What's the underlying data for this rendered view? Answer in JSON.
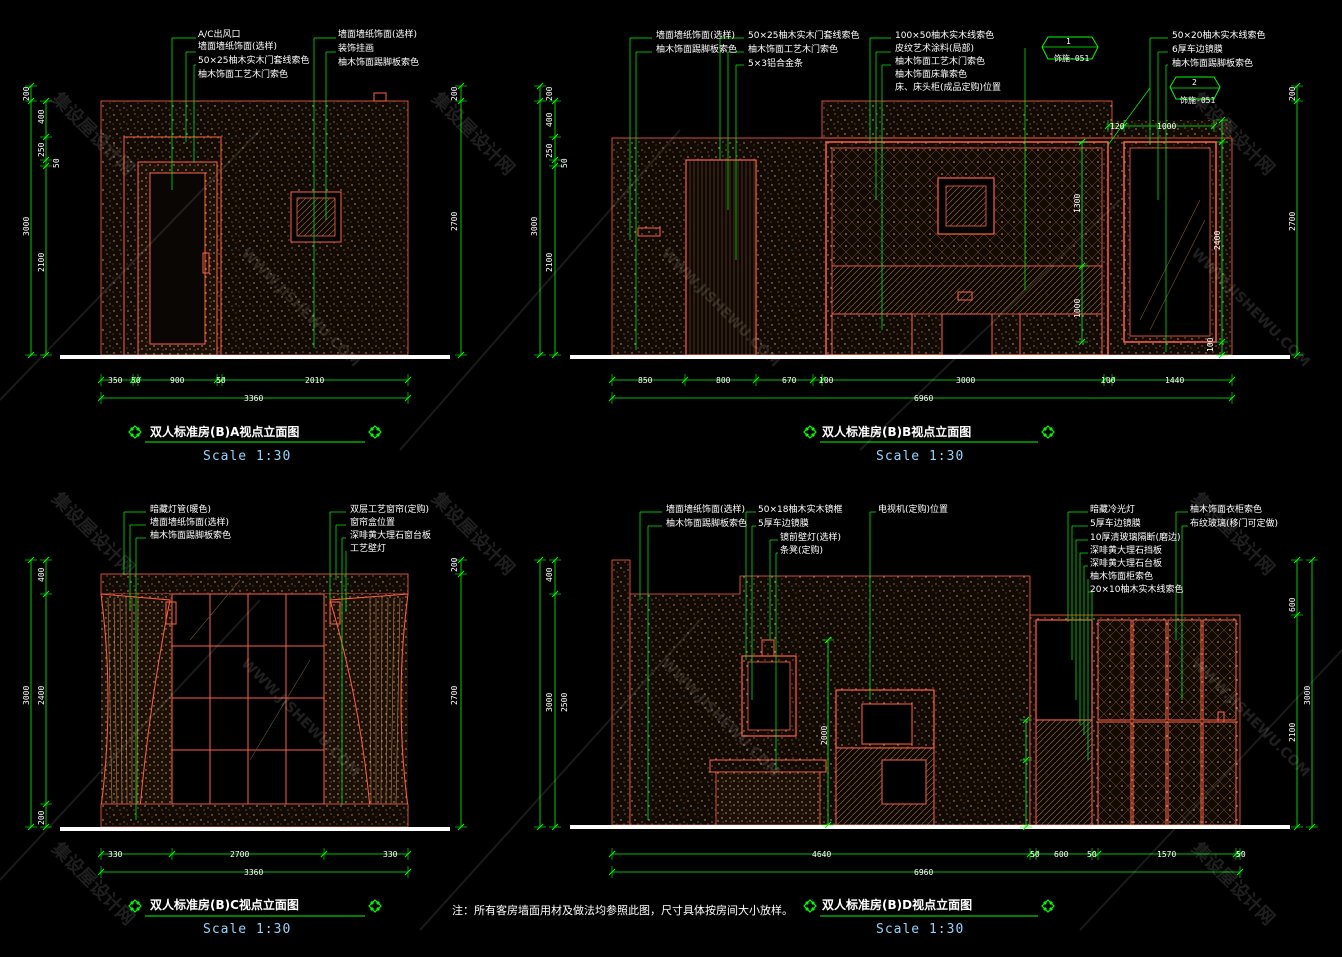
{
  "colors": {
    "background": "#000000",
    "dimension": "#00ff00",
    "outline": "#ff6040",
    "wall_fill": "#d8a060",
    "leader": "#00ff00",
    "text": "#ffffff",
    "title_marker": "#00ff00",
    "scale_text": "#8fd6ff",
    "floor": "#ffffff"
  },
  "watermark": {
    "text_cn": "集设屋设计网",
    "text_en": "WWW.JISHEWU.COM"
  },
  "elevations": [
    {
      "id": "A",
      "title": "双人标准房(B)A视点立面图",
      "scale": "Scale  1:30",
      "labels_left": [
        "A/C出风口",
        "墙面墙纸饰面(选样)",
        "50×25柚木实木门套线索色",
        "柚木饰面工艺木门索色"
      ],
      "labels_right": [
        "墙面墙纸饰面(选样)",
        "装饰挂画",
        "柚木饰面踢脚板索色"
      ],
      "dims_bottom": [
        "350",
        "50",
        "900",
        "50",
        "2010"
      ],
      "dim_total": "3360",
      "dims_left_outer": [
        "200",
        "3000"
      ],
      "dims_left_inner": [
        "400",
        "250",
        "50",
        "2100"
      ],
      "dims_right": [
        "200",
        "2700"
      ]
    },
    {
      "id": "B",
      "title": "双人标准房(B)B视点立面图",
      "scale": "Scale  1:30",
      "labels_left": [
        "墙面墙纸饰面(选样)",
        "柚木饰面踢脚板索色"
      ],
      "labels_mid": [
        "50×25柚木实木门套线索色",
        "柚木饰面工艺木门索色",
        "5×3铝合金条"
      ],
      "labels_mid2": [
        "100×50柚木实木线索色",
        "皮纹艺术涂料(局部)",
        "柚木饰面工艺木门索色",
        "柚木饰面床靠索色",
        "床、床头柜(成品定购)位置"
      ],
      "labels_right": [
        "50×20柚木实木线索色",
        "6厚车边镜膜",
        "柚木饰面踢脚板索色"
      ],
      "tag1_num": "1",
      "tag1_ref": "饰施-051",
      "tag2_num": "2",
      "tag2_ref": "饰施-051",
      "dims_bottom": [
        "850",
        "800",
        "670",
        "100",
        "3000",
        "100",
        "1440"
      ],
      "dim_total": "6960",
      "dims_top": [
        "120",
        "1000"
      ],
      "dims_left_outer": [
        "200",
        "3000"
      ],
      "dims_left_inner": [
        "400",
        "250",
        "50",
        "2100"
      ],
      "dims_right": [
        "200",
        "2700"
      ],
      "dims_inner": [
        "1300",
        "2400",
        "1000",
        "100"
      ]
    },
    {
      "id": "C",
      "title": "双人标准房(B)C视点立面图",
      "scale": "Scale  1:30",
      "labels_left": [
        "暗藏灯管(暖色)",
        "墙面墙纸饰面(选样)",
        "柚木饰面踢脚板索色"
      ],
      "labels_right": [
        "双层工艺窗帘(定购)",
        "窗帘盒位置",
        "深啡黄大理石窗台板",
        "工艺壁灯"
      ],
      "dims_bottom": [
        "330",
        "2700",
        "330"
      ],
      "dim_total": "3360",
      "dims_left_outer": [
        "3000"
      ],
      "dims_left_inner": [
        "400",
        "2400",
        "200"
      ],
      "dims_right": [
        "200",
        "2700"
      ]
    },
    {
      "id": "D",
      "title": "双人标准房(B)D视点立面图",
      "scale": "Scale  1:30",
      "labels_left": [
        "墙面墙纸饰面(选样)",
        "柚木饰面踢脚板索色"
      ],
      "labels_mid": [
        "50×18柚木实木镜框",
        "5厚车边镜膜",
        "镜前壁灯(选样)",
        "条凳(定购)"
      ],
      "labels_mid2": [
        "电视机(定购)位置"
      ],
      "labels_right": [
        "暗藏冷光灯",
        "5厚车边镜膜",
        "10厚清玻璃隔断(磨边)",
        "深啡黄大理石挡板",
        "深啡黄大理石台板",
        "柚木饰面柜索色",
        "20×10柚木实木线索色"
      ],
      "labels_right2": [
        "柚木饰面衣柜索色",
        "布纹玻璃(移门可定做)"
      ],
      "dims_bottom": [
        "4640",
        "50",
        "600",
        "50",
        "1570",
        "50"
      ],
      "dim_total": "6960",
      "dims_left_outer": [
        "3000"
      ],
      "dims_left_inner": [
        "400",
        "2500"
      ],
      "dims_right": [
        "600",
        "3000",
        "2100"
      ],
      "dims_inner": [
        "2000"
      ]
    }
  ],
  "note": "注：所有客房墙面用材及做法均参照此图，尺寸具体按房间大小放样。"
}
